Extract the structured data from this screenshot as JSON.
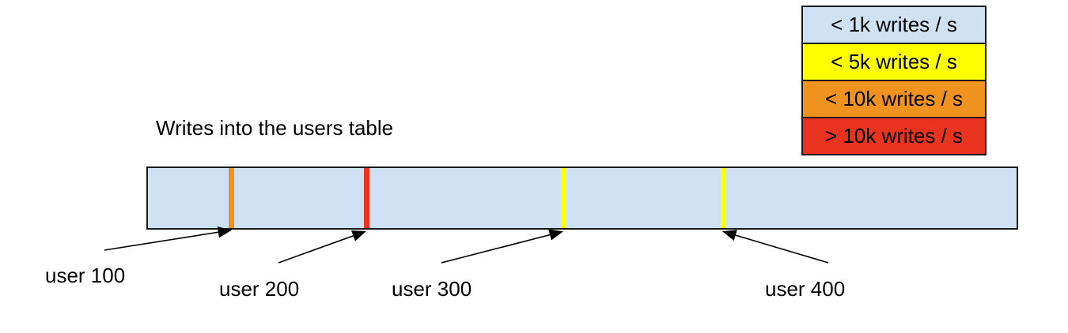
{
  "title": "Writes into the users table",
  "legend": {
    "items": [
      {
        "label": "< 1k writes / s",
        "color": "#cfe2f3"
      },
      {
        "label": "< 5k writes / s",
        "color": "#ffff00"
      },
      {
        "label": "< 10k writes / s",
        "color": "#f0931e"
      },
      {
        "label": "> 10k writes / s",
        "color": "#e8331f"
      }
    ]
  },
  "bar": {
    "fill": "#cfe2f3",
    "border_color": "#1a1a1a",
    "stripes": [
      {
        "user": "user 100",
        "color": "#f0931e",
        "category": "< 10k writes / s"
      },
      {
        "user": "user 200",
        "color": "#e8331f",
        "category": "> 10k writes / s"
      },
      {
        "user": "user 300",
        "color": "#ffff00",
        "category": "< 5k writes / s"
      },
      {
        "user": "user 400",
        "color": "#ffff00",
        "category": "< 5k writes / s"
      }
    ]
  },
  "callouts": [
    {
      "label": "user 100"
    },
    {
      "label": "user 200"
    },
    {
      "label": "user 300"
    },
    {
      "label": "user 400"
    }
  ]
}
